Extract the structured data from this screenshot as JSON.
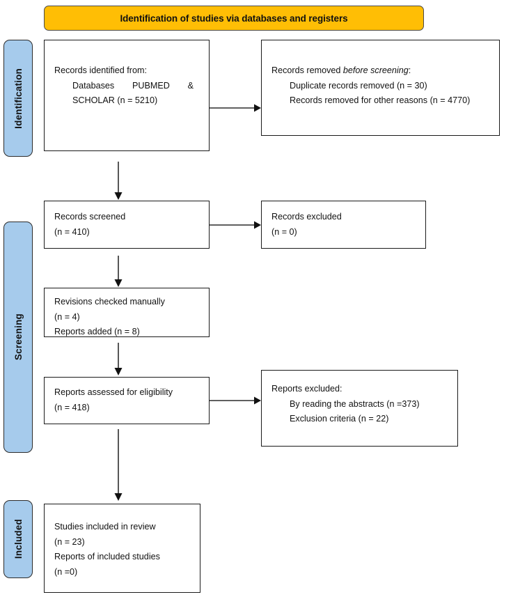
{
  "banner": {
    "title": "Identification of studies via databases and registers"
  },
  "stages": [
    {
      "id": "identification",
      "label": "Identification"
    },
    {
      "id": "screening",
      "label": "Screening"
    },
    {
      "id": "included",
      "label": "Included"
    }
  ],
  "colors": {
    "banner_fill": "#FFBE05",
    "stage_fill": "#A6CBEC",
    "box_border": "#1a1a1a",
    "text": "#111111"
  },
  "boxes": {
    "identified": {
      "line1": "Records identified from:",
      "line2_a": "Databases",
      "line2_b": "PUBMED",
      "line2_c": "&",
      "line3": "SCHOLAR (n = 5210)"
    },
    "removed": {
      "line1_a": "Records removed ",
      "line1_b": "before screening",
      "line1_c": ":",
      "line2": "Duplicate records removed (n = 30)",
      "line3": "Records removed for other reasons (n = 4770)"
    },
    "screened": {
      "line1": "Records screened",
      "line2": "(n = 410)"
    },
    "excluded": {
      "line1": "Records excluded",
      "line2": "(n = 0)"
    },
    "revisions": {
      "line1": "Revisions checked manually",
      "line2": "(n = 4)",
      "line3": "Reports added (n = 8)"
    },
    "assessed": {
      "line1": "Reports assessed for eligibility",
      "line2": "(n = 418)"
    },
    "reports_excluded": {
      "line1": "Reports excluded:",
      "line2": "By reading the abstracts (n =373)",
      "line3": "Exclusion criteria (n = 22)"
    },
    "included": {
      "line1": "Studies included in review",
      "line2": "(n = 23)",
      "line3": "Reports of included studies",
      "line4": "(n =0)"
    }
  },
  "chart_data": {
    "type": "diagram",
    "title": "Identification of studies via databases and registers",
    "stages": [
      "Identification",
      "Screening",
      "Included"
    ],
    "nodes": [
      {
        "id": "identified",
        "stage": "Identification",
        "label": "Records identified from: Databases PUBMED & SCHOLAR",
        "n": 5210
      },
      {
        "id": "removed",
        "stage": "Identification",
        "label": "Records removed before screening",
        "items": [
          {
            "label": "Duplicate records removed",
            "n": 30
          },
          {
            "label": "Records removed for other reasons",
            "n": 4770
          }
        ]
      },
      {
        "id": "screened",
        "stage": "Screening",
        "label": "Records screened",
        "n": 410
      },
      {
        "id": "excluded",
        "stage": "Screening",
        "label": "Records excluded",
        "n": 0
      },
      {
        "id": "revisions",
        "stage": "Screening",
        "label": "Revisions checked manually",
        "n": 4,
        "reports_added": 8
      },
      {
        "id": "assessed",
        "stage": "Screening",
        "label": "Reports assessed for eligibility",
        "n": 418
      },
      {
        "id": "reports_excluded",
        "stage": "Screening",
        "label": "Reports excluded",
        "items": [
          {
            "label": "By reading the abstracts",
            "n": 373
          },
          {
            "label": "Exclusion criteria",
            "n": 22
          }
        ]
      },
      {
        "id": "included",
        "stage": "Included",
        "label": "Studies included in review",
        "n": 23,
        "reports_of_included_studies": 0
      }
    ],
    "edges": [
      {
        "from": "identified",
        "to": "removed",
        "direction": "right"
      },
      {
        "from": "identified",
        "to": "screened",
        "direction": "down"
      },
      {
        "from": "screened",
        "to": "excluded",
        "direction": "right"
      },
      {
        "from": "screened",
        "to": "revisions",
        "direction": "down"
      },
      {
        "from": "revisions",
        "to": "assessed",
        "direction": "down"
      },
      {
        "from": "assessed",
        "to": "reports_excluded",
        "direction": "right"
      },
      {
        "from": "assessed",
        "to": "included",
        "direction": "down"
      }
    ]
  }
}
